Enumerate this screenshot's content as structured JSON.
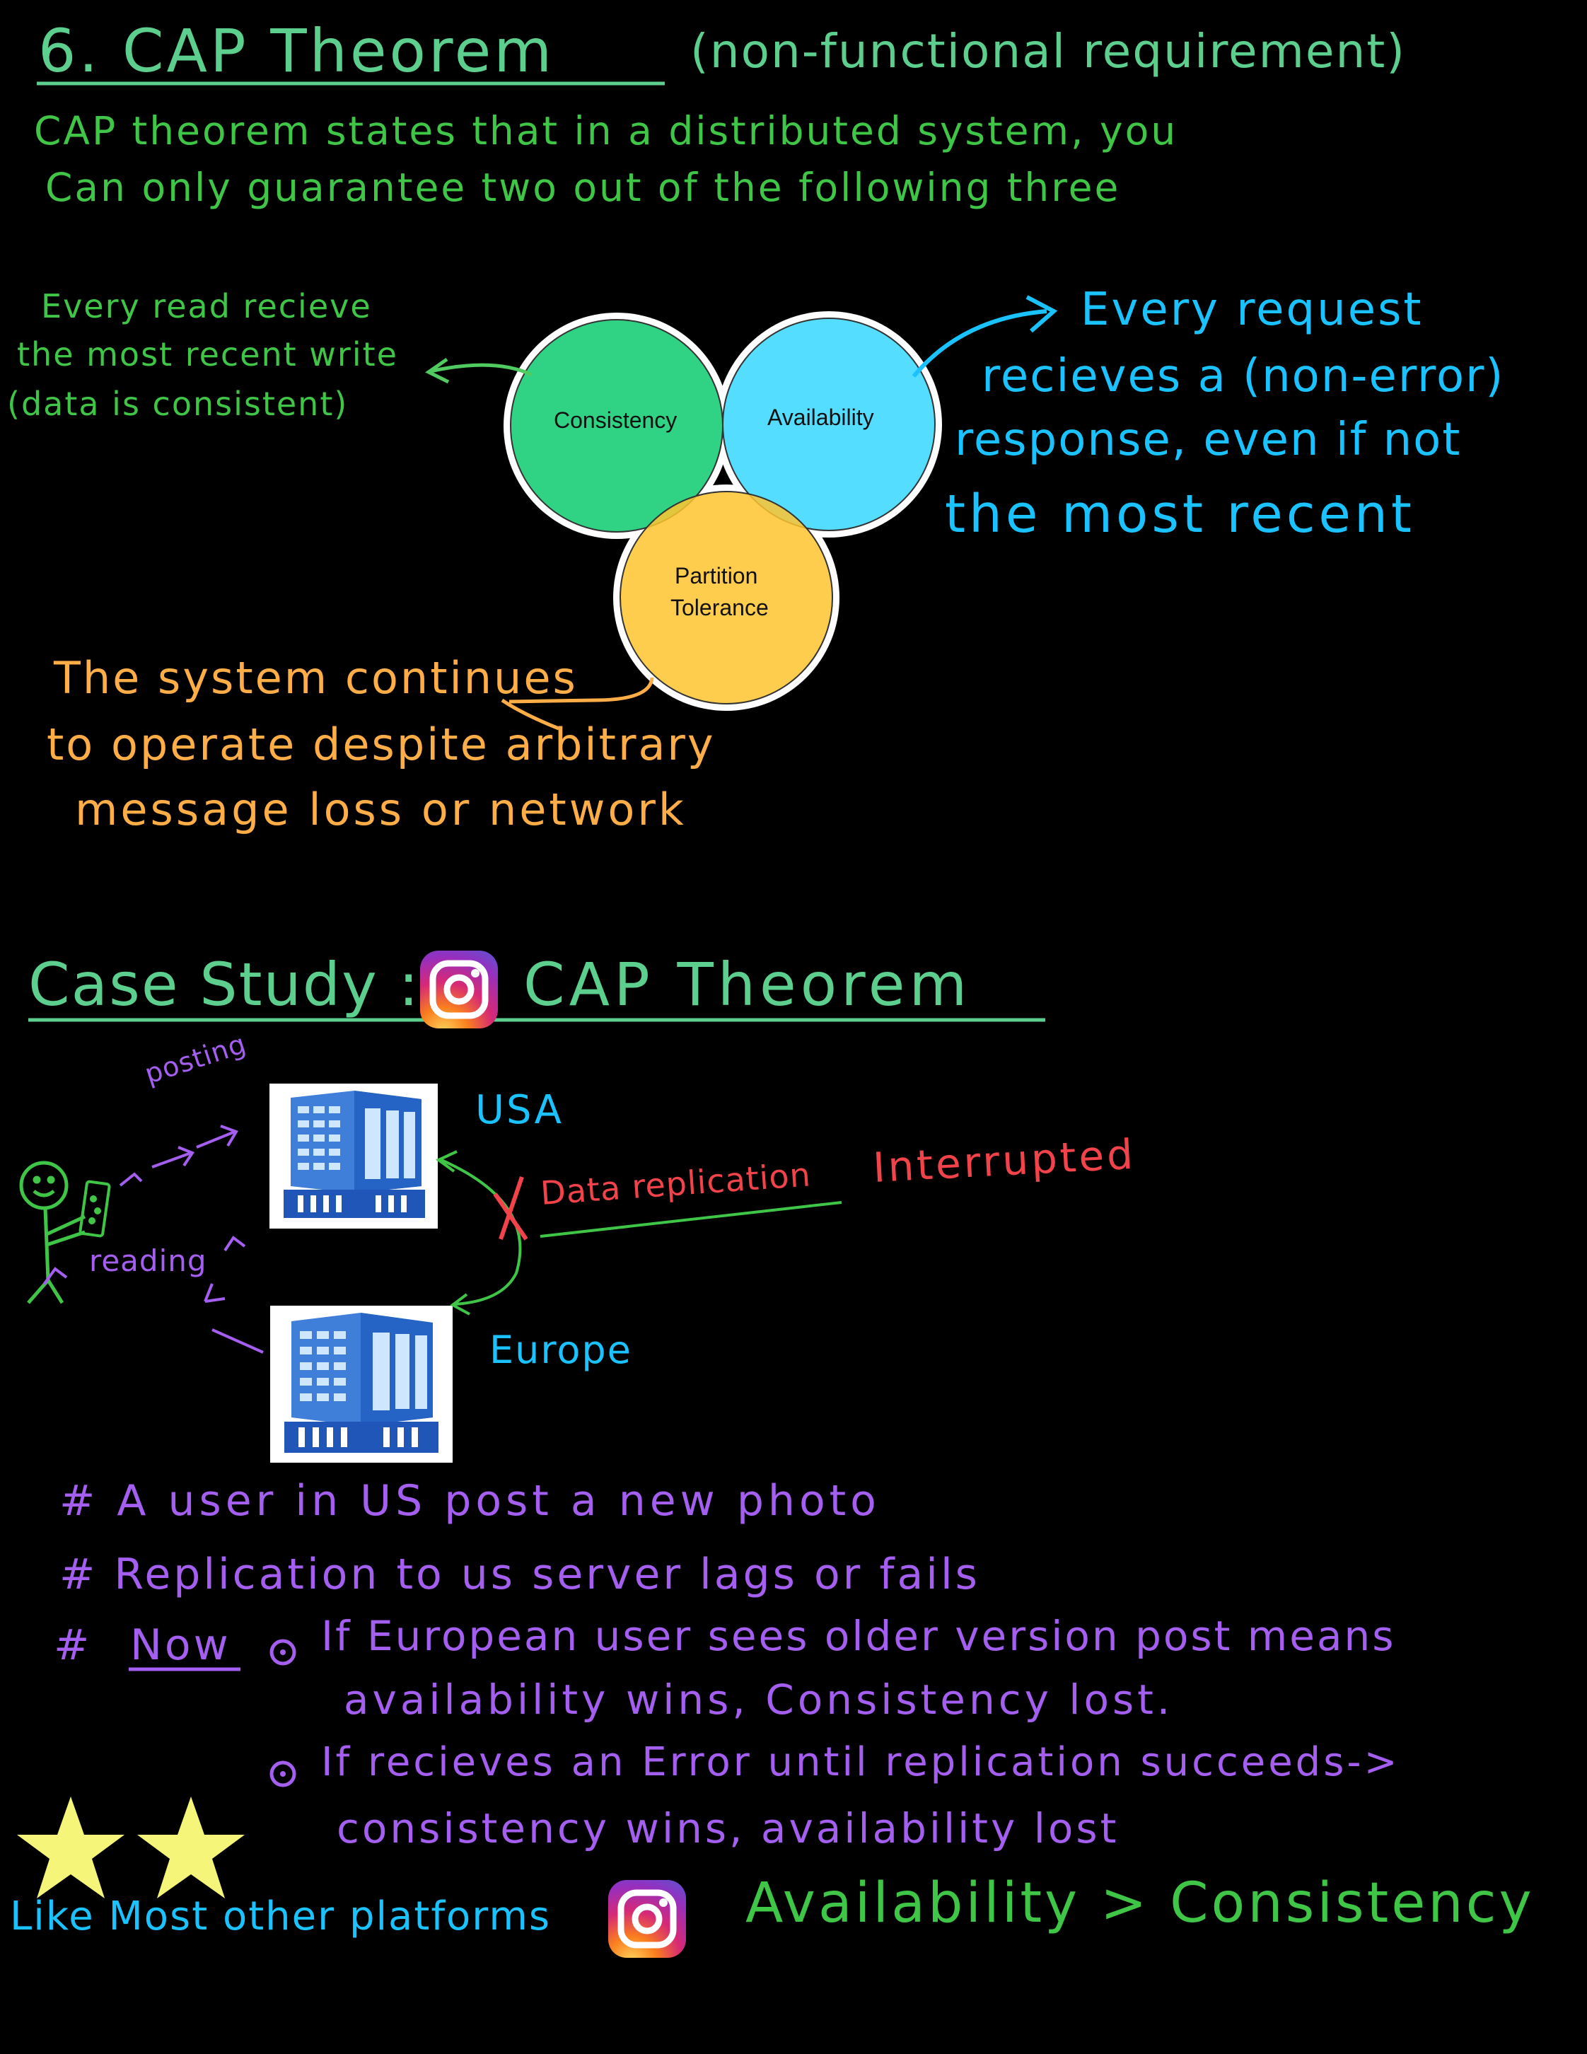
{
  "colors": {
    "green": "#5ccf8e",
    "bright_green": "#3fc646",
    "light_green": "#4fcb60",
    "cyan": "#1ac3ff",
    "orange": "#ffad46",
    "purple": "#a45ef0",
    "red": "#f2434b",
    "consistency_fill": "#1ecf7a",
    "availability_fill": "#37d7ff",
    "partition_fill": "#ffc42e"
  },
  "title": {
    "heading": "6. CAP Theorem",
    "subheading": "(non-functional requirement)"
  },
  "intro": {
    "line1": "CAP theorem states that in a distributed system, you",
    "line2": "Can only guarantee two out of the following three"
  },
  "venn": {
    "consistency": "Consistency",
    "availability": "Availability",
    "partition_line1": "Partition",
    "partition_line2": "Tolerance"
  },
  "notes": {
    "consistency": [
      "Every read recieve",
      "the most recent write",
      "(data is consistent)"
    ],
    "availability": [
      "Every request",
      "recieves a (non-error)",
      "response, even if not",
      "the most recent"
    ],
    "partition": [
      "The system continues",
      "to operate despite arbitrary",
      "message  loss or network"
    ]
  },
  "case_study": {
    "heading_prefix": "Case Study :",
    "heading_suffix": "CAP Theorem",
    "instagram_icon": "instagram-icon",
    "posting": "posting",
    "reading": "reading",
    "usa": "USA",
    "europe": "Europe",
    "replication_prefix": "Data replication",
    "replication_suffix": "Interrupted"
  },
  "bullets": {
    "b1": "# A user in US post a new photo",
    "b2": "# Replication to us server lags or fails",
    "now_hash": "#",
    "now_label": "Now",
    "now_line1": "If European user sees older version post means",
    "now_line2": "availability wins, Consistency lost.",
    "err_line1": "If recieves an Error until replication succeeds->",
    "err_line2": "consistency wins, availability lost"
  },
  "footer": {
    "like": "Like Most other platforms",
    "result": "Availability > Consistency"
  }
}
